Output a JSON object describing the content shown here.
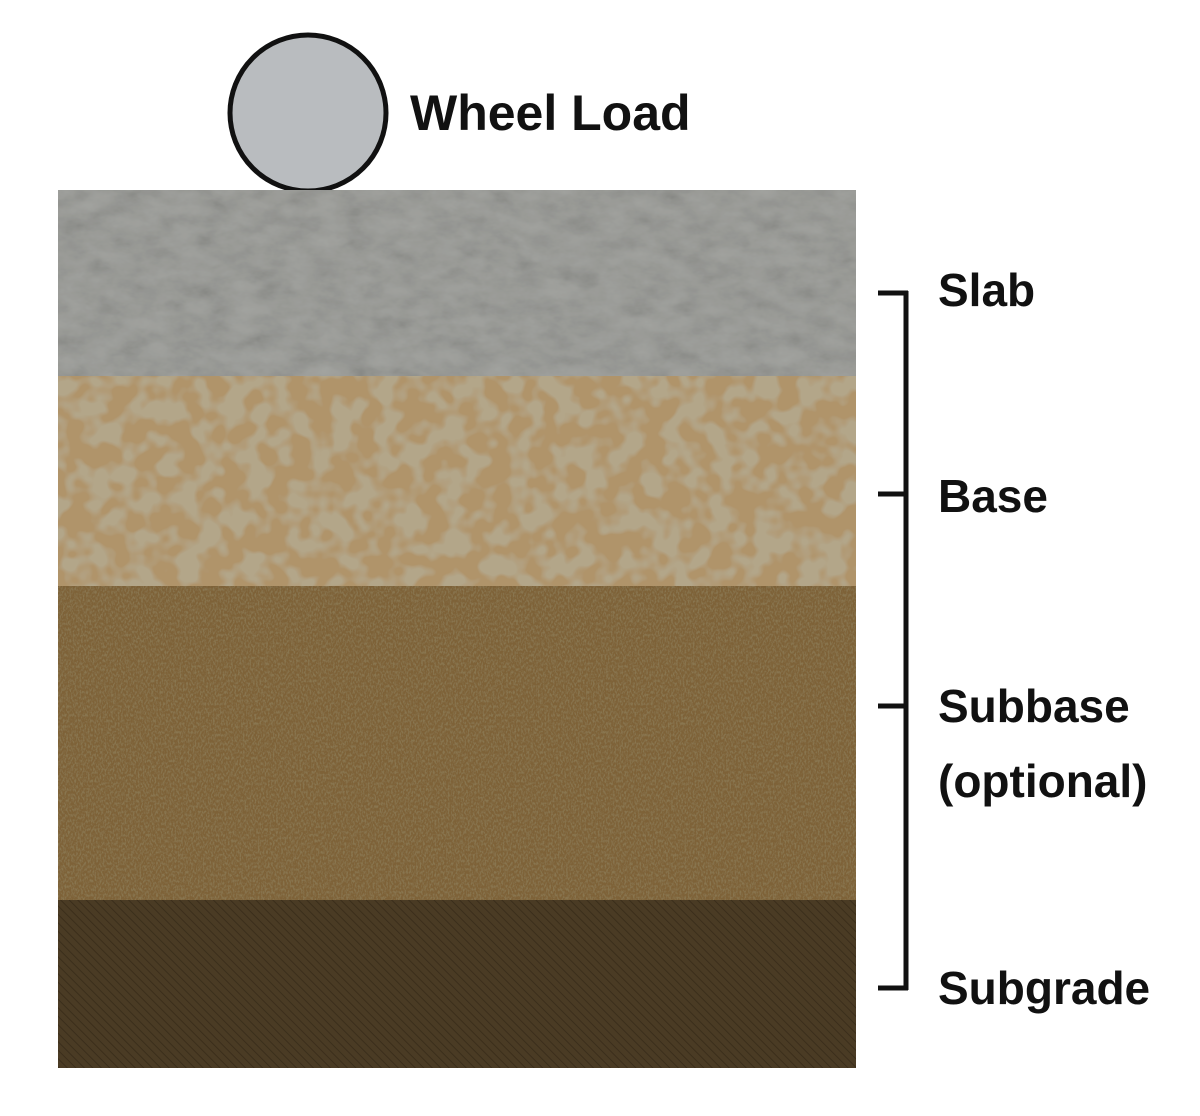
{
  "load": {
    "label": "Wheel Load",
    "wheel_fill": "#b9bcbf",
    "wheel_stroke": "#111111"
  },
  "layers": [
    {
      "key": "slab",
      "label": "Slab",
      "color": "#a3a4a0"
    },
    {
      "key": "base",
      "label": "Base",
      "color": "#b0946a"
    },
    {
      "key": "subbase",
      "label_line1": "Subbase",
      "label_line2": "(optional)",
      "color": "#7e6238"
    },
    {
      "key": "subgrade",
      "label": "Subgrade",
      "color": "#4a3b24"
    }
  ],
  "bracket_color": "#111111"
}
